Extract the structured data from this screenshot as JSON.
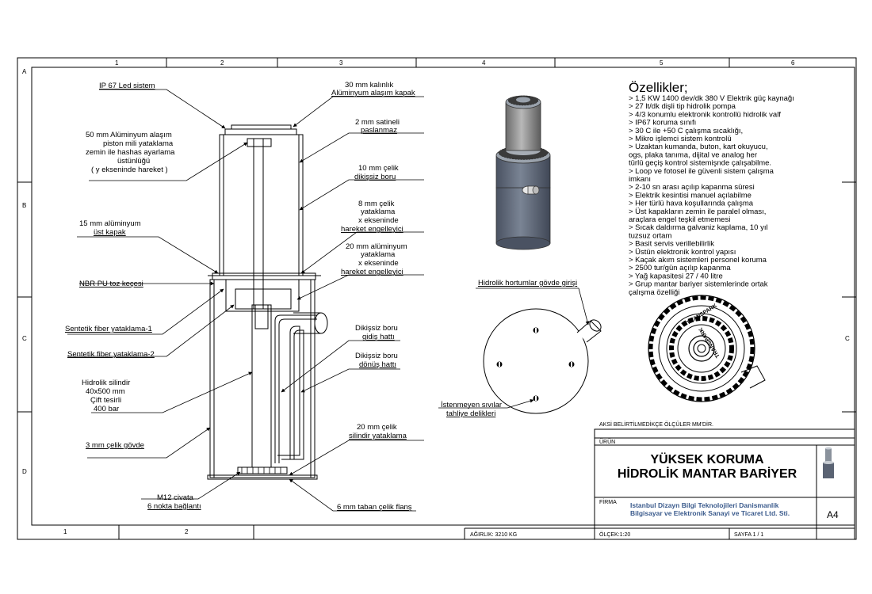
{
  "zones": {
    "columns_top": [
      "1",
      "2",
      "3",
      "4",
      "5",
      "6"
    ],
    "columns_bottom": [
      "1",
      "2"
    ],
    "rows": [
      "A",
      "B",
      "C",
      "D"
    ]
  },
  "labels": {
    "ip67": "IP 67 Led sistem",
    "cap_line1": "30 mm kalınlık",
    "cap_line2": "Alüminyum alaşım kapak",
    "piston_line1": "50 mm Alüminyum alaşım",
    "piston_line2": "piston mili yataklama",
    "piston_line3": "zemin ile hashas ayarlama",
    "piston_line4": "üstünlüğü",
    "piston_line5": "( y ekseninde hareket )",
    "satin_line1": "2 mm satineli",
    "satin_line2": "paslanmaz",
    "steel10_line1": "10 mm çelik",
    "steel10_line2": "dikişsiz boru",
    "steel8_line1": "8 mm çelik",
    "steel8_line2": "yataklama",
    "steel8_line3": "x ekseninde",
    "steel8_line4": "hareket engelleyici",
    "alu15_line1": "15 mm alüminyum",
    "alu15_line2": "üst kapak",
    "alu20_line1": "20 mm alüminyum",
    "alu20_line2": "yataklama",
    "alu20_line3": "x ekseninde",
    "alu20_line4": "hareket engelleyici",
    "nbr": "NBR PU toz keçesi",
    "fiber1": "Sentetik fiber yataklama-1",
    "fiber2": "Sentetik fiber yataklama-2",
    "go_line1": "Dikişsiz boru",
    "go_line2": "gidiş hattı",
    "return_line1": "Dikişsiz boru",
    "return_line2": "dönüş hattı",
    "cyl_line1": "Hidrolik silindir",
    "cyl_line2": "40x500 mm",
    "cyl_line3": "Çift tesirli",
    "cyl_line4": "400 bar",
    "body": "3 mm çelik gövde",
    "steel20_line1": "20 mm çelik",
    "steel20_line2": "silindir yataklama",
    "bolt_line1": "M12 civata",
    "bolt_line2": "6 nokta bağlantı",
    "flange": "6 mm taban çelik flanş",
    "hose_inlet": "Hidrolik hortumlar gövde girişi",
    "drain_line1": "İstenmeyen sıvılar",
    "drain_line2": "tahliye delikleri"
  },
  "features": {
    "title": "Özellikler;",
    "items": [
      "> 1,5 KW 1400 dev/dk 380 V Elektrik güç kaynağı",
      "> 27 lt/dk dişli tip hidrolik pompa",
      "> 4/3 konumlu elektronik kontrollü hidrolik valf",
      "> IP67 koruma sınıfı",
      "> 30 C ile +50 C çalışma sıcaklığı,",
      "> Mikro işlemci sistem kontrolü",
      "> Uzaktan kumanda, buton, kart okuyucu,",
      "   ogs, plaka tanıma, dijital ve analog her",
      "   türlü geçiş kontrol sistemişnde çalışabilme.",
      "> Loop ve fotosel ile güvenli sistem çalışma",
      "   imkanı",
      "> 2-10 sn arası açılıp kapanma süresi",
      "> Elektrik kesintisi manuel açılabilme",
      "> Her türlü hava koşullarında çalışma",
      "> Üst kapakların zemin ile paralel olması,",
      "   araçlara engel teşkil etmemesi",
      "> Sıcak daldırma galvaniz kaplama, 10 yıl",
      "   tuzsuz ortam",
      "> Basit servis verillebilirlik",
      "> Üstün elektronik kontrol yapısı",
      "> Kaçak akım sistemleri personel koruma",
      "> 2500 tur/gün açılıp kapanma",
      "> Yağ kapasitesi 27 / 40 litre",
      "> Grup mantar bariyer sistemlerinde ortak",
      "   çalışma özelliği"
    ]
  },
  "cap_brand": [
    "TRANSPARK",
    "TRANSPARK"
  ],
  "title_block": {
    "note": "AKSİ BELİRTİLMEDİKÇE ÖLÇÜLER MM'DİR.",
    "product_label": "ÜRÜN",
    "title_line1": "YÜKSEK KORUMA",
    "title_line2": "HİDROLİK MANTAR BARİYER",
    "firm_label": "FİRMA",
    "company_line1": "Istanbul Dizayn Bilgi Teknolojileri Danismanlik",
    "company_line2": "Bilgisayar ve Elektronik Sanayi ve Ticaret Ltd. Sti.",
    "size": "A4",
    "weight": "AĞIRLIK: 3210 KG",
    "scale": "ÖLÇEK:1:20",
    "page": "SAYFA 1 / 1"
  },
  "colors": {
    "line": "#000000",
    "steel_dark": "#5a6373",
    "steel_mid": "#8a929c",
    "steel_light": "#c9ced4",
    "company_blue": "#3a5a8c"
  }
}
